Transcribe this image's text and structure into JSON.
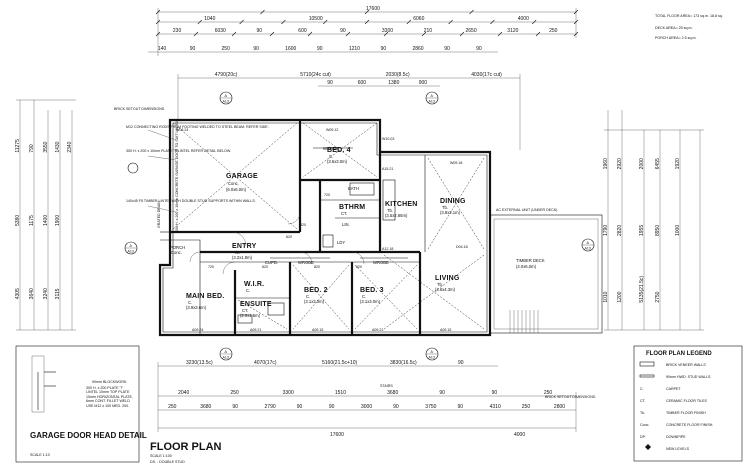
{
  "areas": {
    "total": "TOTAL FLOOR AREA= 173 sq.m. 18.8 sq.",
    "deck": "DECK AREA= 25 sq.m.",
    "porch": "PORCH AREA= 2.5 sq.m."
  },
  "dims_top": {
    "overall": "17600",
    "row1": [
      "1040",
      "10500",
      "6060",
      "4000"
    ],
    "row2": [
      "230",
      "6030",
      "90",
      "600",
      "90",
      "3300",
      "210",
      "2650",
      "3120",
      "250"
    ],
    "row3": [
      "140",
      "90",
      "250",
      "90",
      "1600",
      "90",
      "1210",
      "90",
      "2860",
      "90",
      "90"
    ],
    "row4": [
      "4790(20c)",
      "5710(24c cut)",
      "2030(8.5c)",
      "4030(17c cut)"
    ],
    "row5": [
      "90",
      "600",
      "1380",
      "900"
    ]
  },
  "dims_bottom": {
    "row1": [
      "3230(13.5c)",
      "4070(17c)",
      "5160(21.5c+10)",
      "3830(16.5c)",
      "90"
    ],
    "row2": [
      "2040",
      "250",
      "3300",
      "1510",
      "3680",
      "90",
      "90",
      "250"
    ],
    "row3": [
      "250",
      "3680",
      "90",
      "2790",
      "90",
      "90",
      "3000",
      "90",
      "3750",
      "90",
      "4310",
      "250",
      "2800"
    ],
    "overall": "17600",
    "end": "4000",
    "stairs": "STAIRS"
  },
  "dims_left": [
    "11275",
    "5380",
    "4305",
    "790",
    "1175",
    "3640",
    "3550",
    "1400",
    "3240",
    "1430",
    "1900",
    "3115",
    "2340"
  ],
  "dims_right": [
    "1960",
    "1790",
    "1010",
    "2920",
    "2820",
    "1200",
    "2000",
    "1955",
    "5135(21.5c)",
    "6455",
    "8950",
    "2750",
    "1920",
    "1000"
  ],
  "rooms": {
    "garage": {
      "name": "GARAGE",
      "floor": "Conc.",
      "size": "(6.0x6.0m)"
    },
    "bed4": {
      "name": "BED. 4",
      "floor": "C.",
      "size": "(3.5x3.0m)"
    },
    "kitchen": {
      "name": "KITCHEN",
      "floor": "Tb.",
      "size": "(3.5x2.85m)"
    },
    "dining": {
      "name": "DINING",
      "floor": "Tb.",
      "size": "(3.8x3.1m)"
    },
    "bath": {
      "name": "BATH",
      "floor": "CT."
    },
    "bthrm": {
      "name": "BTHRM",
      "floor": "CT."
    },
    "entry": {
      "name": "ENTRY",
      "floor": "Tb.",
      "size": "(3.2x1.8m)"
    },
    "living": {
      "name": "LIVING",
      "floor": "Tb.",
      "size": "(4.6x4.3m)"
    },
    "main_bed": {
      "name": "MAIN BED.",
      "floor": "C.",
      "size": "(3.9x3.6m)"
    },
    "wir": {
      "name": "W.I.R.",
      "floor": "C."
    },
    "ensuite": {
      "name": "ENSUITE",
      "floor": "CT.",
      "size": "(2.0x1.6m)"
    },
    "bed2": {
      "name": "BED. 2",
      "floor": "C.",
      "size": "(3.1x3.0m)"
    },
    "bed3": {
      "name": "BED. 3",
      "floor": "C.",
      "size": "(3.1x3.0m)"
    },
    "porch": {
      "name": "PORCH",
      "floor": "Conc."
    },
    "deck": {
      "name": "TIMBER DECK",
      "size": "(4.0x6.0m)"
    }
  },
  "labels": {
    "wrobe": "WROBE",
    "cupd": "CUPD.",
    "lin": "LIN.",
    "ldy": "LDY",
    "ac": "AC EXTERNAL UNIT (UNDER DECK)",
    "stair": "STAIR",
    "dp": "DP.",
    "section_a": "A",
    "section_ref": "A13",
    "brick_setout": "BRICK SETOUT DIMENSIONS.",
    "w_codes": [
      "W08.24",
      "W09.12",
      "W10.03",
      "A15.21",
      "W09.18",
      "D04.18",
      "A09.24",
      "A09.21",
      "A09.15",
      "A09.21",
      "A09.15",
      "A12.18"
    ],
    "pcs": [
      "820",
      "720",
      "820",
      "820",
      "820",
      "820",
      "720"
    ]
  },
  "notes": [
    "BRICK SETOUT DIMENSIONS.",
    "M12 CONNECTING RODS FROM FOOTING WELDED TO STEEL BEAM. REFER SIDE.",
    "300 H. x 200 x 10mm PLATE 'T' LINTEL REFER DETAIL BELOW.",
    "140x45 F5 TIMBER LINTEL WITH DOUBLE STUD SUPPORTS WITHIN WALLS.",
    "GRATED DRAIN",
    "400 H. x 200 x 10mm CONCRETE GARAGE DOOR TO SUIT LINTEL"
  ],
  "detail": {
    "title": "GARAGE DOOR HEAD DETAIL",
    "scale": "SCALE 1:10",
    "notes": [
      "90mm BLOCKWORK.",
      "300 H. x 200 PLATE 'T' LINTEL 10mm TOP PLATE 10mm HORIZONTAL PLATE, 6mm CONT. FILLET WELD USE M12 x 100 MED. 200."
    ]
  },
  "plan_title": {
    "title": "FLOOR PLAN",
    "scale": "SCALE 1:100",
    "abbr": "DS. - DOUBLE STUD"
  },
  "legend": {
    "title": "FLOOR PLAN LEGEND",
    "items": [
      {
        "code": "",
        "text": "BRICK VENEER WALLS"
      },
      {
        "code": "",
        "text": "90mm HWD. STUD WALLS."
      },
      {
        "code": "C.",
        "text": "CARPET"
      },
      {
        "code": "CT.",
        "text": "CERAMIC FLOOR TILES"
      },
      {
        "code": "Tb.",
        "text": "TIMBER FLOOR FINISH"
      },
      {
        "code": "Conc.",
        "text": "CONCRETE FLOOR FINISH."
      },
      {
        "code": "DP.",
        "text": "DOWNPIPE"
      },
      {
        "code": "",
        "text": "NEW LEVELS"
      }
    ]
  }
}
